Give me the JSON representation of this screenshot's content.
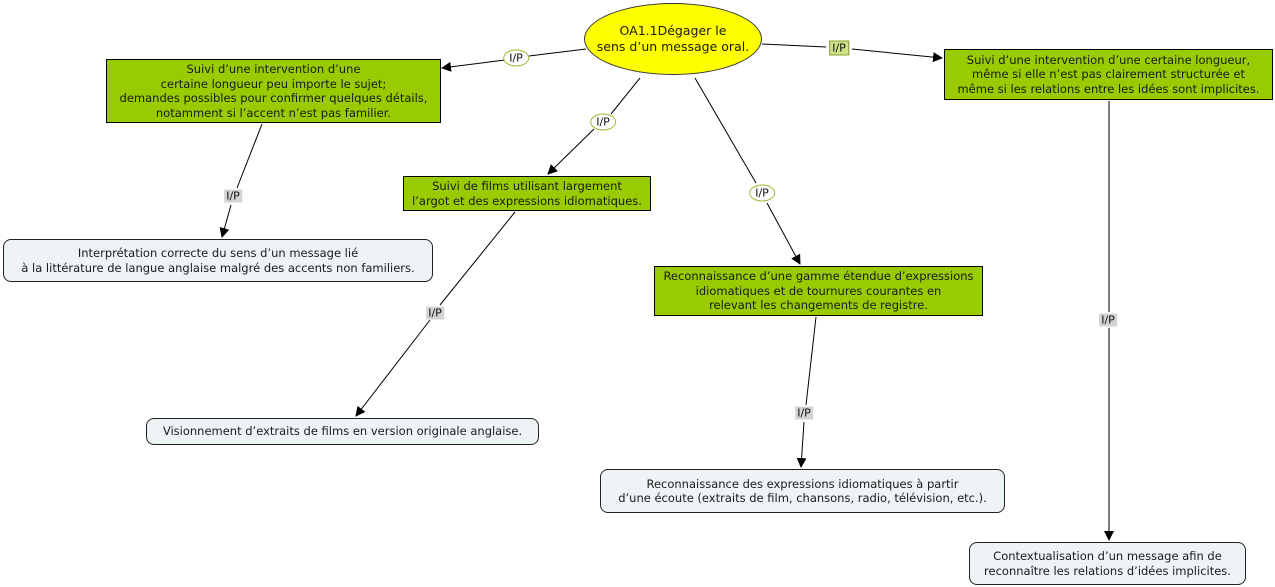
{
  "diagram": {
    "root": {
      "text": "OA1.1Dégager le\nsens d’un message oral.",
      "color": "#ffff00"
    },
    "nodes": [
      {
        "id": "n1",
        "text": "Suivi d’une intervention d’une\ncertaine longueur peu importe le sujet;\ndemandes possibles pour confirmer quelques détails,\nnotamment si l’accent n’est pas familier.",
        "style": "green"
      },
      {
        "id": "n2",
        "text": "Suivi de films utilisant largement\nl’argot et des expressions idiomatiques.",
        "style": "green"
      },
      {
        "id": "n3",
        "text": "Reconnaissance d’une gamme étendue d’expressions\nidiomatiques et de tournures courantes en\nrelevant les changements de registre.",
        "style": "green"
      },
      {
        "id": "n4",
        "text": "Suivi d’une intervention d’une certaine longueur,\nmême si elle n’est pas clairement structurée et\nmême si les relations entre les idées sont implicites.",
        "style": "green"
      },
      {
        "id": "n5",
        "text": "Interprétation correcte du sens d’un message lié\nà la littérature de langue anglaise malgré des accents non familiers.",
        "style": "blue"
      },
      {
        "id": "n6",
        "text": "Visionnement d’extraits de films en version originale anglaise.",
        "style": "blue"
      },
      {
        "id": "n7",
        "text": "Reconnaissance des expressions idiomatiques à partir\nd’une écoute (extraits de film, chansons, radio, télévision, etc.).",
        "style": "blue"
      },
      {
        "id": "n8",
        "text": "Contextualisation d’un message afin de\nreconnaître les relations d’idées implicites.",
        "style": "blue"
      }
    ],
    "links": [
      {
        "from": "root",
        "to": "n1",
        "label": "I/P"
      },
      {
        "from": "root",
        "to": "n2",
        "label": "I/P"
      },
      {
        "from": "root",
        "to": "n3",
        "label": "I/P"
      },
      {
        "from": "root",
        "to": "n4",
        "label": "I/P"
      },
      {
        "from": "n1",
        "to": "n5",
        "label": "I/P"
      },
      {
        "from": "n2",
        "to": "n6",
        "label": "I/P"
      },
      {
        "from": "n3",
        "to": "n7",
        "label": "I/P"
      },
      {
        "from": "n4",
        "to": "n8",
        "label": "I/P"
      }
    ],
    "colors": {
      "green": "#99cc00",
      "blue": "#eef4f6",
      "root": "#ffff00",
      "label_grey": "#d3d3d3"
    }
  }
}
